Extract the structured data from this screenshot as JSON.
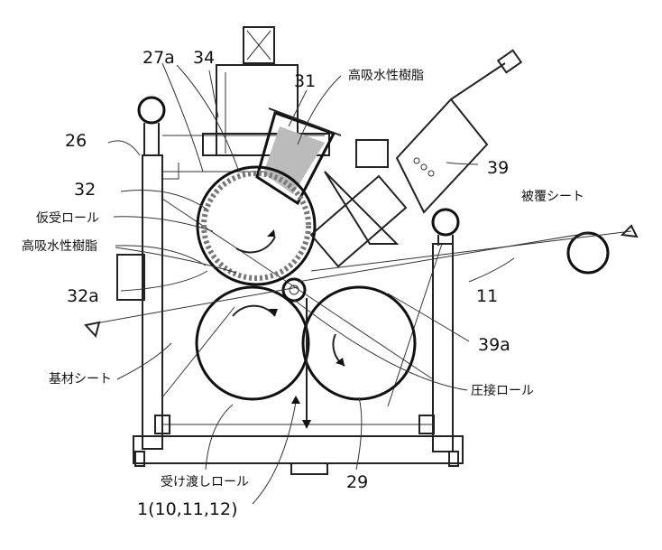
{
  "figure": {
    "labels": {
      "l26": "26",
      "l27a": "27a",
      "l34": "34",
      "l31": "31",
      "powder_top": "高吸水性樹脂",
      "l39": "39",
      "cover_sheet": "被覆シート",
      "l32": "32",
      "temp_roll": "仮受ロール",
      "powder_left": "高吸水性樹脂",
      "l11": "11",
      "l32a": "32a",
      "l39a": "39a",
      "base_sheet": "基材シート",
      "press_roll": "圧接ロール",
      "transfer_roll": "受け渡しロール",
      "l29": "29",
      "l1": "1(10,11,12)"
    }
  }
}
